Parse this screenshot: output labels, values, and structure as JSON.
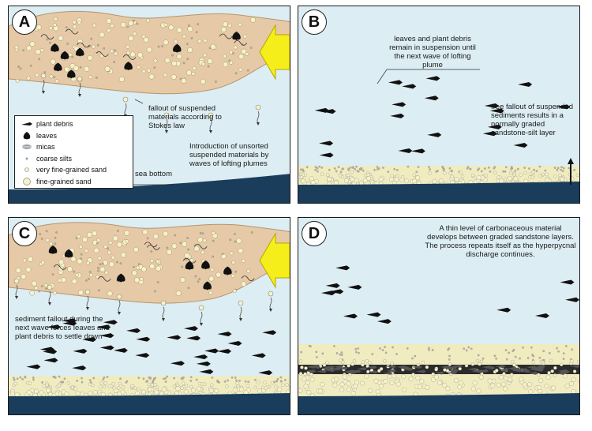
{
  "colors": {
    "water": "#dcedf3",
    "plume": "#e6c9a6",
    "sea_bottom": "#1a3d5c",
    "arrow": "#f6ee1a",
    "sand_grain": "#f7f2c6",
    "silt": "#9aa0a6"
  },
  "panels": {
    "a": {
      "letter": "A",
      "fallout_label": "fallout of suspended materials according to Stokes law",
      "intro_label": "Introduction of unsorted suspended materials by waves of lofting plumes",
      "bottom_label": "sea bottom",
      "legend": [
        {
          "icon": "plant-debris-icon",
          "label": "plant debris"
        },
        {
          "icon": "leaf-icon",
          "label": "leaves"
        },
        {
          "icon": "mica-icon",
          "label": "micas"
        },
        {
          "icon": "coarse-silt-icon",
          "label": "coarse silts"
        },
        {
          "icon": "very-fine-sand-icon",
          "label": "very fine-grained sand"
        },
        {
          "icon": "fine-sand-icon",
          "label": "fine-grained sand"
        }
      ]
    },
    "b": {
      "letter": "B",
      "suspension_label": "leaves and plant debris remain in suspension until the next wave of lofting plume",
      "graded_label": "free fallout of suspended sediments results in a normally graded sandstone-silt layer"
    },
    "c": {
      "letter": "C",
      "fallout_label": "sediment fallout during the next wave forces leaves and plant debris to settle down"
    },
    "d": {
      "letter": "D",
      "carbon_label": "A thin level of carbonaceous material develops between graded sandstone layers. The process repeats itself as the hyperpycnal discharge continues."
    }
  }
}
